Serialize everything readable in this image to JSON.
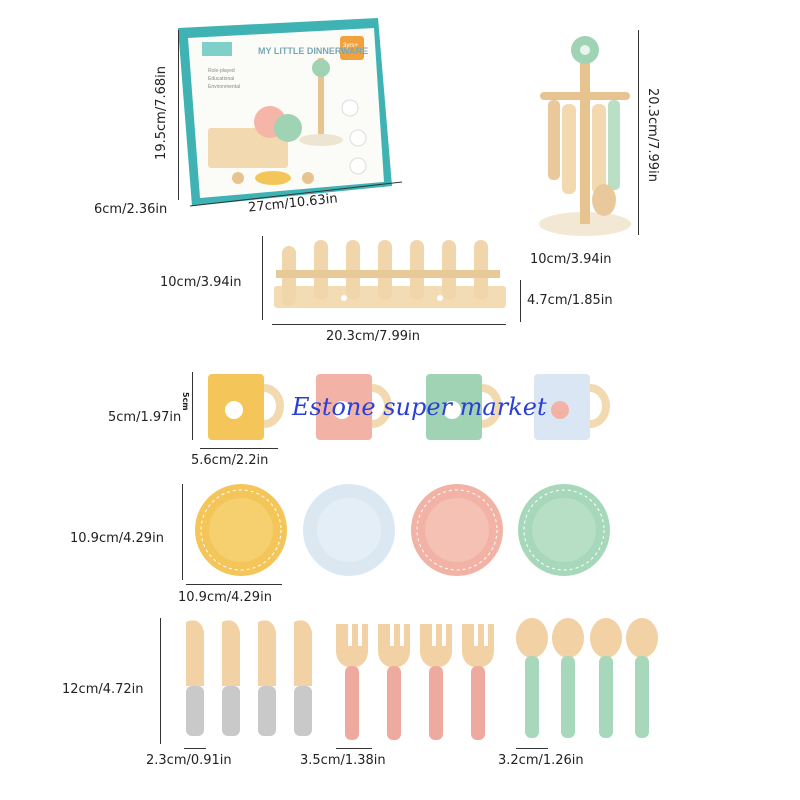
{
  "box": {
    "title": "MY LITTLE DINNERWARE",
    "badge": "3yrs+",
    "features": [
      "Role-played",
      "Educational",
      "Environmental"
    ]
  },
  "dimensions": {
    "box_height": "19.5cm/7.68in",
    "box_depth": "6cm/2.36in",
    "box_width": "27cm/10.63in",
    "stand_height": "20.3cm/7.99in",
    "stand_base": "10cm/3.94in",
    "rack_height": "10cm/3.94in",
    "rack_depth": "4.7cm/1.85in",
    "rack_width": "20.3cm/7.99in",
    "cup_height": "5cm/1.97in",
    "cup_small": "5cm",
    "cup_width": "5.6cm/2.2in",
    "plate_height": "10.9cm/4.29in",
    "plate_width": "10.9cm/4.29in",
    "utensil_height": "12cm/4.72in",
    "knife_width": "2.3cm/0.91in",
    "fork_width": "3.5cm/1.38in",
    "spoon_width": "3.2cm/1.26in"
  },
  "watermark": "Estone super market",
  "colors": {
    "yellow": "#f4c65a",
    "pink": "#f2b3a6",
    "green": "#9fd3b4",
    "blue": "#dbe6f4",
    "wood": "#f2d9b0",
    "box_teal": "#3fb2b4"
  }
}
